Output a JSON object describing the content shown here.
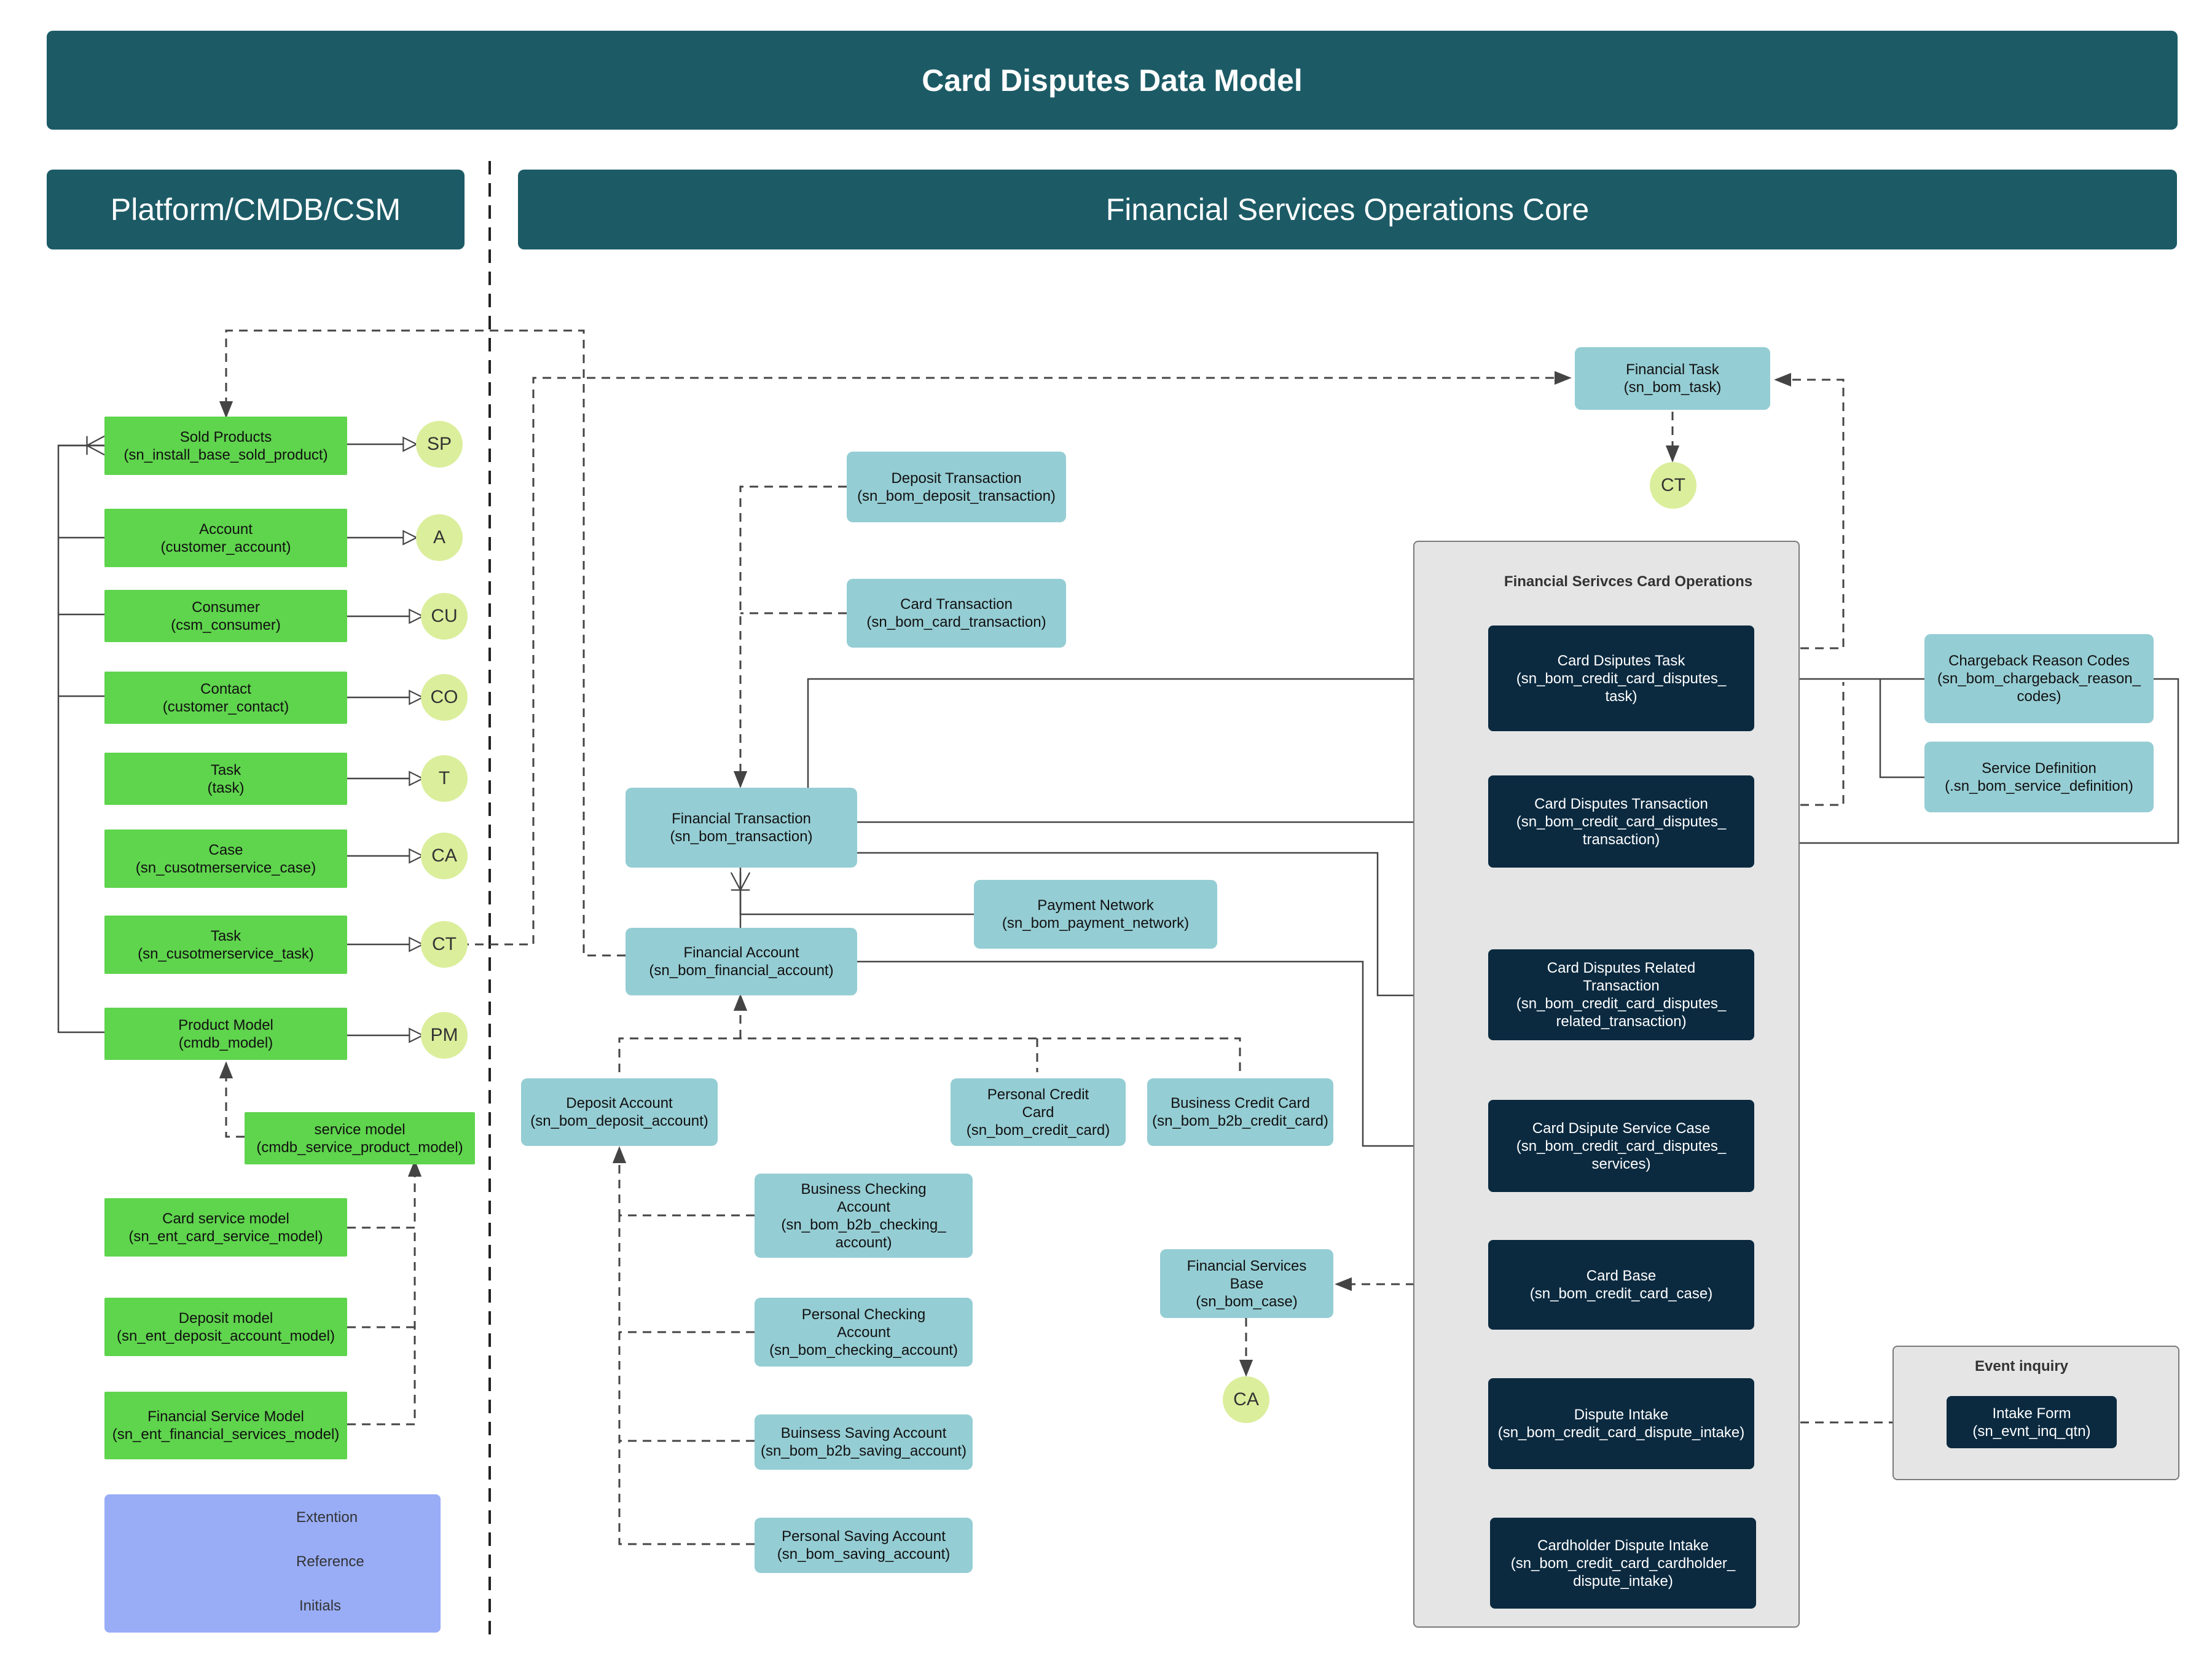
{
  "title": "Card Disputes Data Model",
  "sections": {
    "platform": "Platform/CMDB/CSM",
    "core": "Financial Services Operations Core"
  },
  "groups": {
    "card_operations": "Financial Serivces Card Operations",
    "event_inquiry": "Event inquiry"
  },
  "nodes": {
    "sold_products": "Sold Products\n(sn_install_base_sold_product)",
    "account": "Account\n(customer_account)",
    "consumer": "Consumer\n(csm_consumer)",
    "contact": "Contact\n(customer_contact)",
    "task": "Task\n(task)",
    "case": "Case\n(sn_cusotmerservice_case)",
    "cs_task": "Task\n(sn_cusotmerservice_task)",
    "product_model": "Product Model\n(cmdb_model)",
    "service_model": "service model\n(cmdb_service_product_model)",
    "card_service_model": "Card service model\n(sn_ent_card_service_model)",
    "deposit_model": "Deposit model\n(sn_ent_deposit_account_model)",
    "financial_service_model": "Financial Service Model\n(sn_ent_financial_services_model)",
    "deposit_transaction": "Deposit Transaction\n(sn_bom_deposit_transaction)",
    "card_transaction": "Card Transaction\n(sn_bom_card_transaction)",
    "financial_transaction": "Financial Transaction\n(sn_bom_transaction)",
    "payment_network": "Payment Network\n(sn_bom_payment_network)",
    "financial_account": "Financial Account\n(sn_bom_financial_account)",
    "deposit_account": "Deposit Account\n(sn_bom_deposit_account)",
    "personal_credit_card": "Personal Credit\nCard\n(sn_bom_credit_card)",
    "business_credit_card": "Business Credit Card\n(sn_bom_b2b_credit_card)",
    "business_checking": "Business Checking\nAccount\n(sn_bom_b2b_checking_\naccount)",
    "personal_checking": "Personal Checking\nAccount\n(sn_bom_checking_account)",
    "business_saving": "Buinsess Saving Account\n(sn_bom_b2b_saving_account)",
    "personal_saving": "Personal Saving Account\n(sn_bom_saving_account)",
    "financial_services_base": "Financial Services\nBase\n(sn_bom_case)",
    "financial_task": "Financial Task\n(sn_bom_task)",
    "card_disputes_task": "Card Dsiputes Task\n(sn_bom_credit_card_disputes_\ntask)",
    "card_disputes_transaction": "Card Disputes Transaction\n(sn_bom_credit_card_disputes_\ntransaction)",
    "card_disputes_related": "Card Disputes  Related\nTransaction\n(sn_bom_credit_card_disputes_\nrelated_transaction)",
    "card_dispute_service_case": "Card Dsipute  Service Case\n(sn_bom_credit_card_disputes_\nservices)",
    "card_base": "Card Base\n(sn_bom_credit_card_case)",
    "dispute_intake": "Dispute Intake\n(sn_bom_credit_card_dispute_intake)",
    "cardholder_dispute_intake": "Cardholder Dispute Intake\n(sn_bom_credit_card_cardholder_\ndispute_intake)",
    "chargeback_reason_codes": "Chargeback Reason Codes\n(sn_bom_chargeback_reason_\ncodes)",
    "service_definition": "Service Definition\n(.sn_bom_service_definition)",
    "intake_form": "Intake Form\n(sn_evnt_inq_qtn)"
  },
  "initials": {
    "sp": "SP",
    "a": "A",
    "cu": "CU",
    "co": "CO",
    "t": "T",
    "ca": "CA",
    "ct": "CT",
    "pm": "PM",
    "ct_task": "CT",
    "ca_base": "CA"
  },
  "legend": {
    "extension": "Extention",
    "reference": "Reference",
    "initials": "Initials"
  },
  "colors": {
    "header": "#1c5b66",
    "platform_node": "#5fd44d",
    "core_node": "#95cdd4",
    "card_ops_node": "#0b2a40",
    "initial_circle": "#dbee9c",
    "group_bg": "#e5e5e5",
    "legend_bg": "#99adf7",
    "line": "#444444"
  }
}
